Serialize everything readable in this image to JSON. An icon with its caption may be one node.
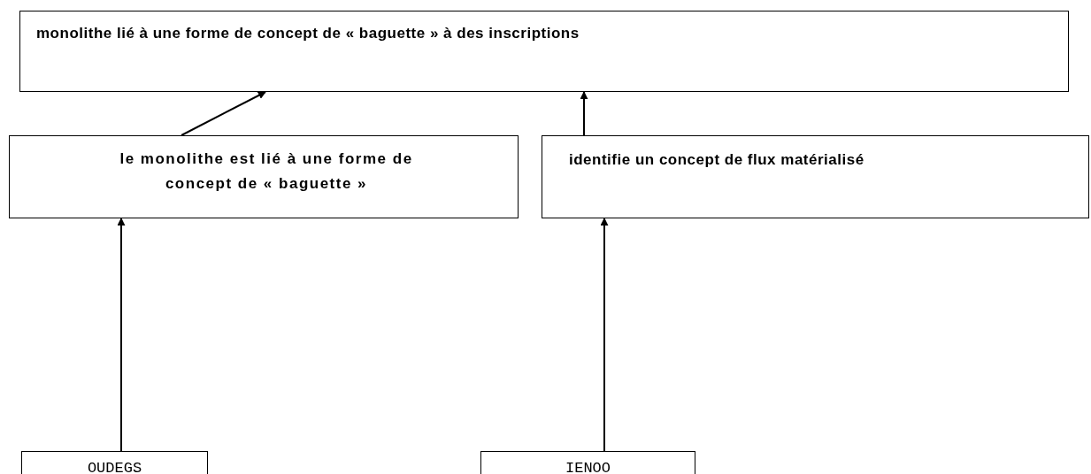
{
  "diagram": {
    "nodes": [
      {
        "text": [
          "monolithe lié à une forme de concept de « baguette » à des inscriptions"
        ]
      },
      {
        "text": [
          "le monolithe est lié à une forme de concept de « baguette »"
        ]
      },
      {
        "text": [
          "identifie un concept de flux matérialisé"
        ]
      },
      {
        "text": [
          "OUDEGS"
        ]
      },
      {
        "text": [
          "IENOO"
        ]
      }
    ],
    "edges": [
      {
        "from": 1,
        "to": 0,
        "arrow": "to"
      },
      {
        "from": 2,
        "to": 0,
        "arrow": "to"
      },
      {
        "from": 3,
        "to": 1,
        "arrow": "to"
      },
      {
        "from": 4,
        "to": 2,
        "arrow": "to"
      }
    ]
  }
}
